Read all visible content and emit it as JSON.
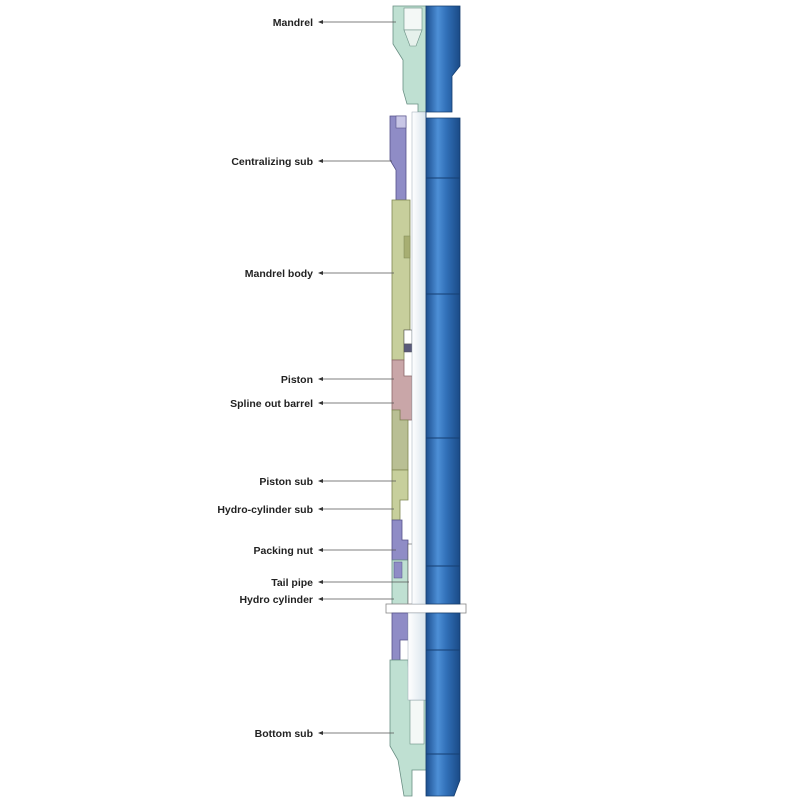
{
  "labels": [
    {
      "key": "mandrel",
      "text": "Mandrel"
    },
    {
      "key": "centralizing_sub",
      "text": "Centralizing sub"
    },
    {
      "key": "mandrel_body",
      "text": "Mandrel body"
    },
    {
      "key": "piston",
      "text": "Piston"
    },
    {
      "key": "spline_out_barrel",
      "text": "Spline out barrel"
    },
    {
      "key": "piston_sub",
      "text": "Piston sub"
    },
    {
      "key": "hydro_cylinder_sub",
      "text": "Hydro-cylinder sub"
    },
    {
      "key": "packing_nut",
      "text": "Packing nut"
    },
    {
      "key": "tail_pipe",
      "text": "Tail pipe"
    },
    {
      "key": "hydro_cylinder",
      "text": "Hydro cylinder"
    },
    {
      "key": "bottom_sub",
      "text": "Bottom sub"
    }
  ],
  "colors": {
    "pipe_blue": "#2f6db5",
    "pipe_highlight": "#4d8fd6",
    "pipe_dark": "#1d4f8f",
    "green_sub": "#bfe0d2",
    "green_outline": "#6a8f84",
    "olive_body": "#c7cf9c",
    "purple_body": "#8f8cc6",
    "pink_piston": "#c9a6a8",
    "label_text": "#222222",
    "leader_line": "#555555"
  }
}
